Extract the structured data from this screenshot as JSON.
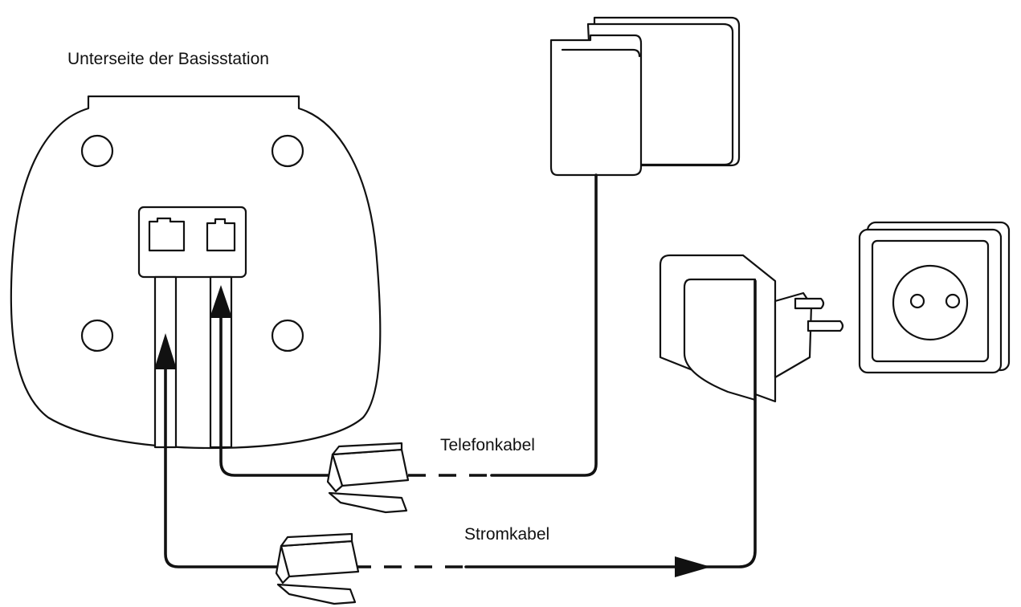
{
  "labels": {
    "base_underside": "Unterseite der Basisstation",
    "phone_cable": "Telefonkabel",
    "power_cable": "Stromkabel"
  },
  "colors": {
    "line": "#111111",
    "background": "#ffffff"
  }
}
